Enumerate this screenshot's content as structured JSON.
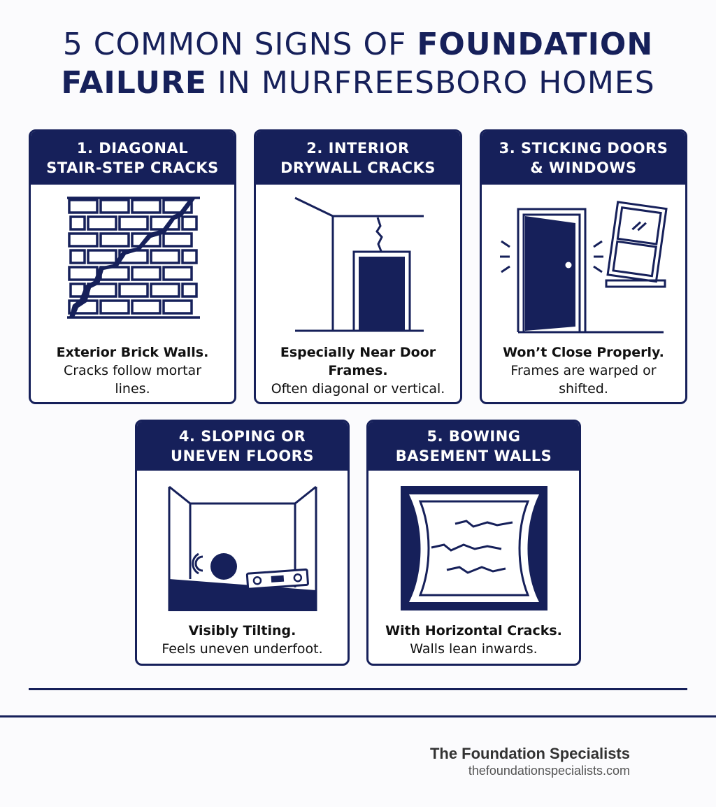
{
  "title": {
    "part1": "5 COMMON SIGNS OF ",
    "bold1": "FOUNDATION",
    "bold2": "FAILURE",
    "part2": " IN MURFREESBORO HOMES"
  },
  "cards": [
    {
      "heading_line1": "1. DIAGONAL",
      "heading_line2": "STAIR-STEP CRACKS",
      "caption_bold": "Exterior Brick Walls.",
      "caption_text": "Cracks follow mortar lines.",
      "icon": "cracked-brick-wall-icon"
    },
    {
      "heading_line1": "2. INTERIOR",
      "heading_line2": "DRYWALL CRACKS",
      "caption_bold": "Especially Near Door Frames.",
      "caption_text": "Often diagonal or vertical.",
      "icon": "drywall-crack-door-icon"
    },
    {
      "heading_line1": "3. STICKING DOORS",
      "heading_line2": "& WINDOWS",
      "caption_bold": "Won’t Close Properly.",
      "caption_text": "Frames are warped or shifted.",
      "icon": "sticking-door-window-icon"
    },
    {
      "heading_line1": "4. SLOPING OR",
      "heading_line2": "UNEVEN FLOORS",
      "caption_bold": "Visibly Tilting.",
      "caption_text": "Feels uneven underfoot.",
      "icon": "sloping-floor-level-icon"
    },
    {
      "heading_line1": "5. BOWING",
      "heading_line2": "BASEMENT WALLS",
      "caption_bold": "With Horizontal Cracks.",
      "caption_text": "Walls lean inwards.",
      "icon": "bowing-basement-wall-icon"
    }
  ],
  "footer": {
    "brand_name": "The Foundation Specialists",
    "brand_url": "thefoundationspecialists.com"
  },
  "colors": {
    "navy": "#16205a",
    "background": "#fbfbfd"
  }
}
